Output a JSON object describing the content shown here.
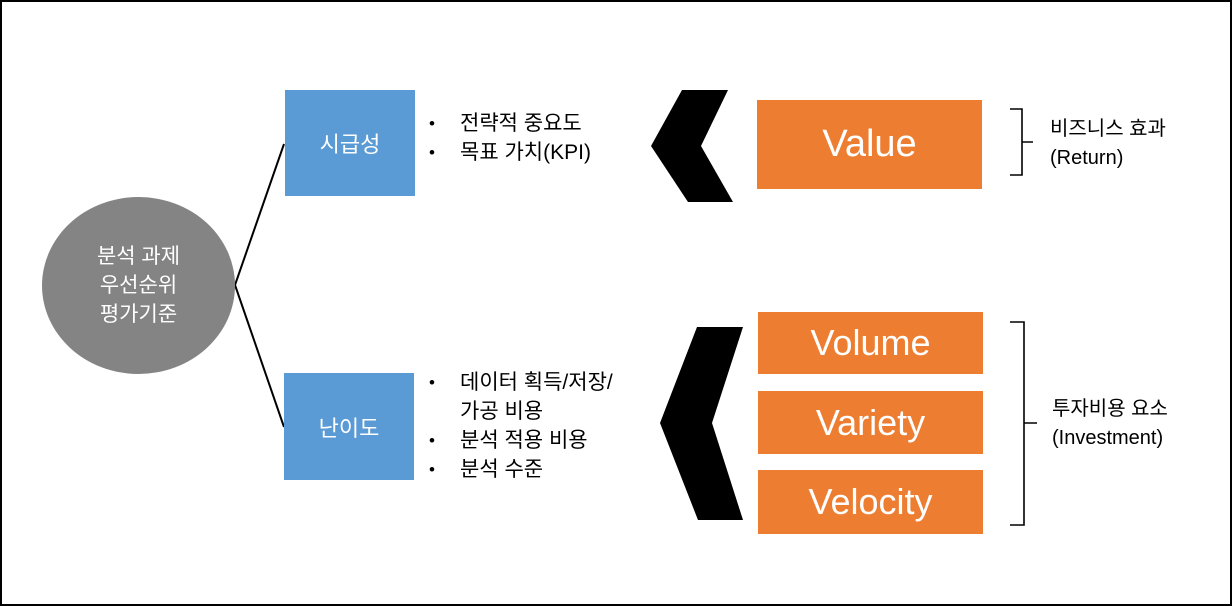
{
  "canvas": {
    "background": "#FFFFFF",
    "border_color": "#000000"
  },
  "colors": {
    "gray_node": "#848484",
    "blue_box": "#5B9BD5",
    "orange_box": "#ED7D31",
    "chevron": "#000000",
    "line": "#000000",
    "text_on_fill": "#FFFFFF",
    "text_dark": "#000000"
  },
  "bullet_char": "•",
  "root_node": {
    "title_lines": [
      "분석 과제",
      "우선순위",
      "평가기준"
    ]
  },
  "criteria": [
    {
      "label": "시급성",
      "bullets": [
        "전략적 중요도",
        "목표 가치(KPI)"
      ]
    },
    {
      "label": "난이도",
      "bullets": [
        "데이터 획득/저장/\n가공 비용",
        "분석 적용 비용",
        "분석 수준"
      ]
    }
  ],
  "value_boxes": {
    "top": [
      "Value"
    ],
    "bottom": [
      "Volume",
      "Variety",
      "Velocity"
    ]
  },
  "annotations": [
    {
      "lines": [
        "비즈니스 효과",
        "(Return)"
      ]
    },
    {
      "lines": [
        "투자비용 요소",
        "(Investment)"
      ]
    }
  ],
  "icons": {
    "chevron_top": "chevron-left-icon",
    "chevron_bottom": "chevron-left-icon",
    "brace_top": "right-brace-bracket",
    "brace_bottom": "right-brace-bracket"
  }
}
